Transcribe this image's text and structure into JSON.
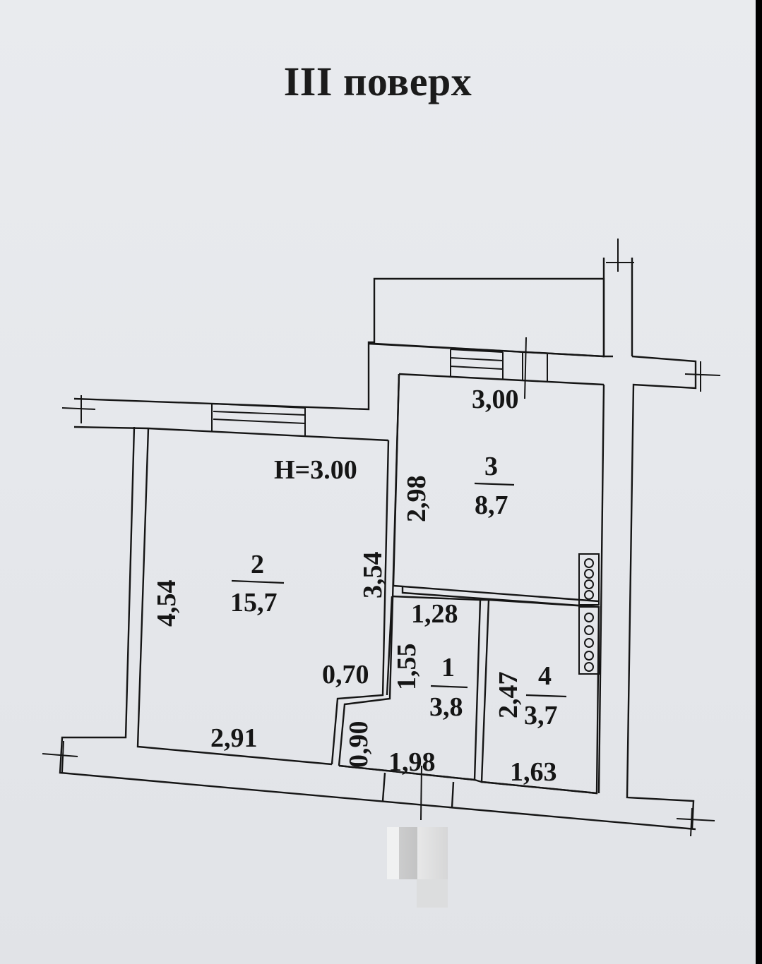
{
  "title": "III поверх",
  "height_label": "H=3.00",
  "rooms": [
    {
      "number": "2",
      "area": "15,7"
    },
    {
      "number": "3",
      "area": "8,7"
    },
    {
      "number": "1",
      "area": "3,8"
    },
    {
      "number": "4",
      "area": "3,7"
    }
  ],
  "dimensions": {
    "room3_width": "3,00",
    "room3_height": "2,98",
    "room2_left_height": "4,54",
    "room2_right_height": "3,54",
    "room2_bottom_width": "2,91",
    "niche_width": "0,70",
    "niche_height": "0,90",
    "room1_top_width": "1,28",
    "room1_height": "1,55",
    "room1_bottom_width": "1,98",
    "room4_height": "2,47",
    "room4_bottom_width": "1,63"
  },
  "colors": {
    "paper": "#e7e9ec",
    "ink": "#151515"
  }
}
